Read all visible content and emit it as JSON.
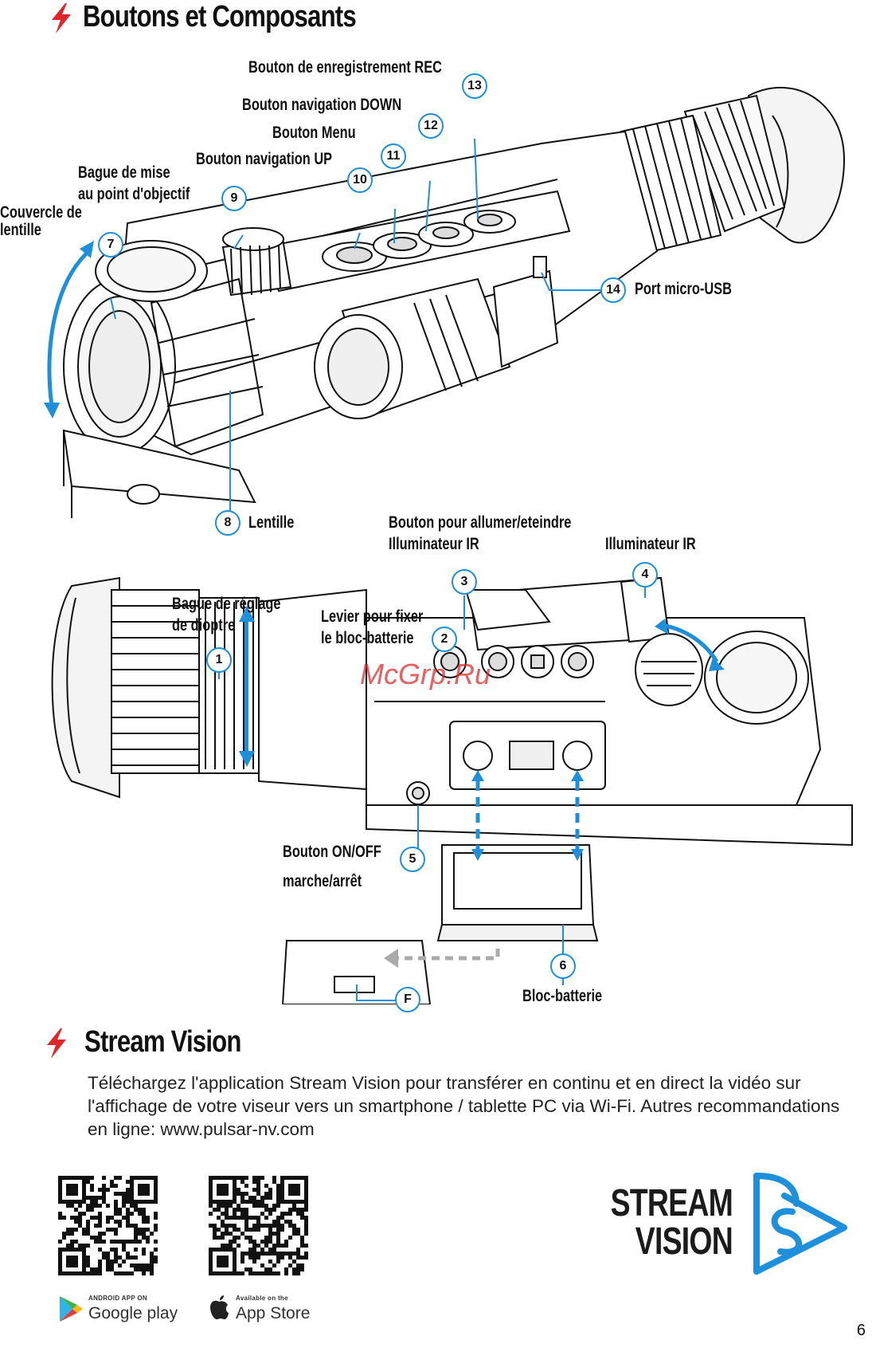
{
  "section1": {
    "title": "Boutons et Composants"
  },
  "top_labels": {
    "l13": "Bouton de enregistrement REC",
    "l12": "Bouton navigation DOWN",
    "l11": "Bouton Menu",
    "l10": "Bouton navigation UP",
    "l9a": "Bague de mise",
    "l9b": "au point d'objectif",
    "l7a": "Couvercle de",
    "l7b": "lentille",
    "l14": "Port micro-USB",
    "l8": "Lentille"
  },
  "bottom_labels": {
    "l3a": "Bouton pour allumer/eteindre",
    "l3b": "Illuminateur IR",
    "l4": "Illuminateur IR",
    "l1a": "Bague de réglage",
    "l1b": "de dioptre",
    "l2a": "Levier pour fixer",
    "l2b": "le bloc-batterie",
    "l5a": "Bouton ON/OFF",
    "l5b": "marche/arrêt",
    "l6": "Bloc-batterie"
  },
  "callouts": {
    "c1": "1",
    "c2": "2",
    "c3": "3",
    "c4": "4",
    "c5": "5",
    "c6": "6",
    "c7": "7",
    "c8": "8",
    "c9": "9",
    "c10": "10",
    "c11": "11",
    "c12": "12",
    "c13": "13",
    "c14": "14",
    "cF": "F"
  },
  "watermark": "McGrp.Ru",
  "section2": {
    "title": "Stream Vision",
    "text": "Téléchargez l'application Stream Vision pour transférer en continu et en direct la vidéo sur l'affichage de votre viseur vers un smartphone / tablette PC via Wi-Fi. Autres recommandations en ligne: www.pulsar-nv.com"
  },
  "stores": {
    "google_small": "ANDROID APP ON",
    "google_big": "Google play",
    "apple_small": "Available on the",
    "apple_big": "App Store"
  },
  "logo": {
    "line1": "STREAM",
    "line2": "VISION"
  },
  "page_number": "6",
  "colors": {
    "accent": "#1d8fdb",
    "bolt": "#e0262b",
    "watermark": "#e02a2a"
  },
  "icons": [
    "lightning-bolt-icon",
    "google-play-icon",
    "apple-icon",
    "stream-vision-logo-icon"
  ]
}
